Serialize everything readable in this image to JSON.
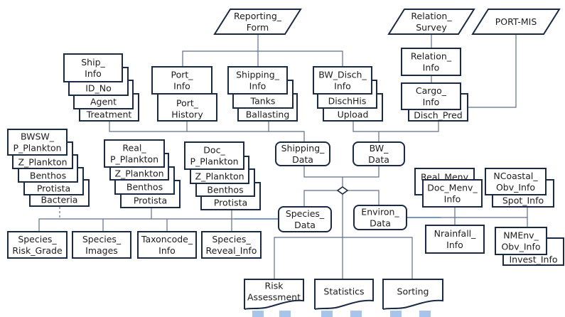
{
  "nodes": {
    "reporting_form": [
      "Reporting_",
      "Form"
    ],
    "relation_survey": [
      "Relation_",
      "Survey"
    ],
    "port_mis": [
      "PORT-MIS"
    ],
    "ship_info": [
      "Ship_",
      "Info"
    ],
    "id_no": [
      "ID_No"
    ],
    "agent": [
      "Agent"
    ],
    "treatment": [
      "Treatment"
    ],
    "port_info": [
      "Port_",
      "Info"
    ],
    "port_history": [
      "Port_",
      "History"
    ],
    "shipping_info": [
      "Shipping_",
      "Info"
    ],
    "tanks": [
      "Tanks"
    ],
    "ballasting": [
      "Ballasting"
    ],
    "bw_disch_info": [
      "BW_Disch_",
      "Info"
    ],
    "dischhis": [
      "DischHis"
    ],
    "upload": [
      "Upload"
    ],
    "relation_info": [
      "Relation_",
      "Info"
    ],
    "cargo_info": [
      "Cargo_",
      "Info"
    ],
    "disch_pred": [
      "Disch_Pred"
    ],
    "shipping_data": [
      "Shipping_",
      "Data"
    ],
    "bw_data": [
      "BW_",
      "Data"
    ],
    "bwsw_p_plankton": [
      "BWSW_",
      "P_Plankton"
    ],
    "bwsw_z_plankton": [
      "Z_Plankton"
    ],
    "bwsw_benthos": [
      "Benthos"
    ],
    "bwsw_protista": [
      "Protista"
    ],
    "bwsw_bacteria": [
      "Bacteria"
    ],
    "real_p_plankton": [
      "Real_",
      "P_Plankton"
    ],
    "real_z_plankton": [
      "Z_Plankton"
    ],
    "real_benthos": [
      "Benthos"
    ],
    "real_protista": [
      "Protista"
    ],
    "doc_p_plankton": [
      "Doc_",
      "P_Plankton"
    ],
    "doc_z_plankton": [
      "Z_Plankton"
    ],
    "doc_benthos": [
      "Benthos"
    ],
    "doc_protista": [
      "Protista"
    ],
    "real_menv": [
      "Real_Menv"
    ],
    "doc_menv_info": [
      "Doc_Menv_",
      "Info"
    ],
    "ncoastal_obv_info": [
      "NCoastal_",
      "Obv_Info"
    ],
    "spot_info": [
      "Spot_Info"
    ],
    "species_data": [
      "Species_",
      "Data"
    ],
    "environ_data": [
      "Environ_",
      "Data"
    ],
    "species_risk_grade": [
      "Species_",
      "Risk_Grade"
    ],
    "species_images": [
      "Species_",
      "Images"
    ],
    "taxoncode_info": [
      "Taxoncode_",
      "Info"
    ],
    "species_reveal_info": [
      "Species_",
      "Reveal_Info"
    ],
    "nrainfall_info": [
      "Nrainfall_",
      "Info"
    ],
    "nmenv_obv_info": [
      "NMEnv_",
      "Obv_Info"
    ],
    "invest_info": [
      "Invest_Info"
    ],
    "risk_assessment": [
      "Risk",
      "Assessment"
    ],
    "statistics": [
      "Statistics"
    ],
    "sorting": [
      "Sorting"
    ]
  }
}
